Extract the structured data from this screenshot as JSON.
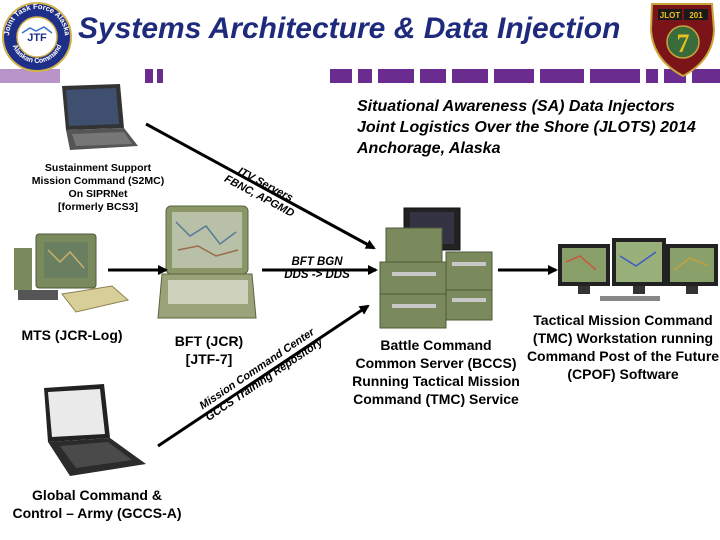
{
  "title": "Systems Architecture & Data Injection",
  "header_lines": "Situational Awareness (SA) Data Injectors\nJoint Logistics Over the Shore (JLOTS) 2014\nAnchorage, Alaska",
  "logos": {
    "left_ring_text": "Joint Task Force Alaska",
    "left_center_text": "JTF",
    "left_bottom_text": "Alaskan Command",
    "right_top_text": "JLOT",
    "right_number": "201",
    "right_digit": "7"
  },
  "nodes": {
    "s2mc": "Sustainment Support\nMission Command (S2MC)\nOn SIPRNet\n[formerly BCS3]",
    "mts": "MTS (JCR-Log)",
    "bft": "BFT (JCR)\n[JTF-7]",
    "gccs": "Global Command &\nControl – Army (GCCS-A)",
    "bccs": "Battle Command\nCommon Server (BCCS)\nRunning Tactical Mission\nCommand (TMC) Service",
    "tmc": "Tactical Mission Command\n(TMC) Workstation running\nCommand Post of the Future\n(CPOF) Software"
  },
  "connections": {
    "itv": "ITV Servers\nFBNC, APGMD",
    "bft_bgn": "BFT BGN\nDDS -> DDS",
    "mcc": "Mission Command Center\nGCCS Training Repository"
  },
  "colors": {
    "title": "#1e2a7c",
    "stripe": "#6b2c8f",
    "stripe_light": "#b794c9",
    "device_green": "#7a8a5c",
    "laptop_dark": "#2b2b2b"
  }
}
